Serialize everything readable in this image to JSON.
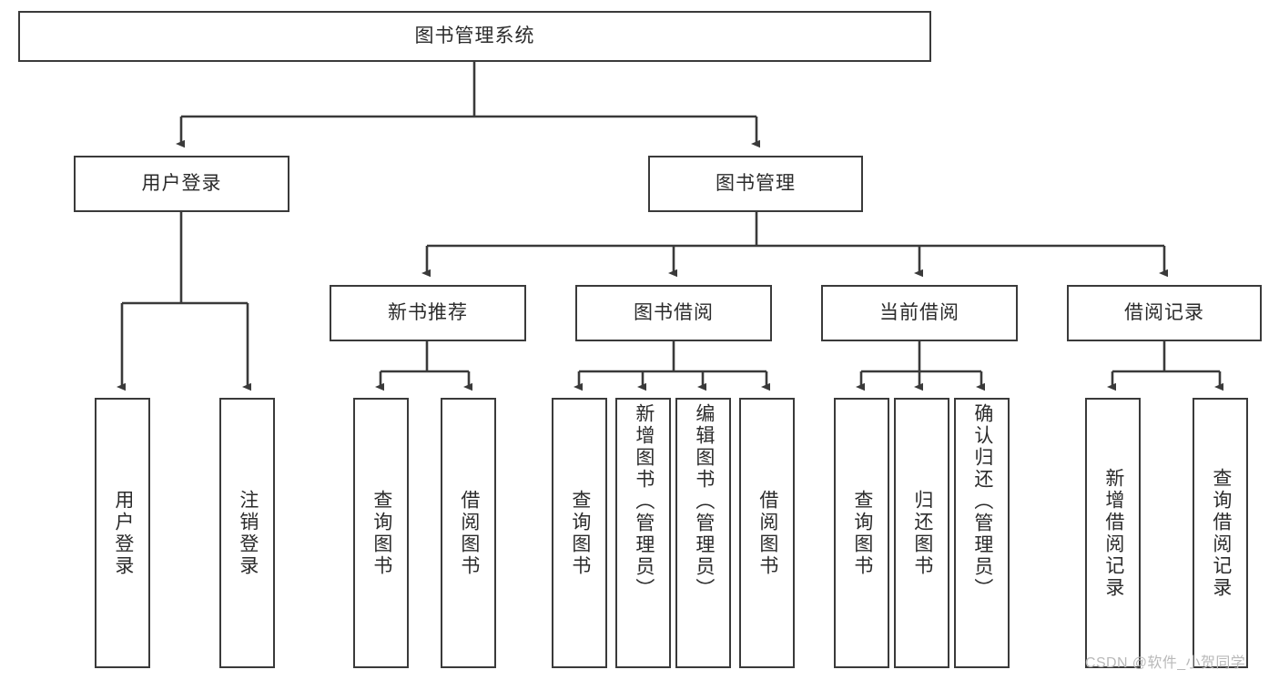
{
  "diagram": {
    "type": "tree-hierarchy-diagram",
    "title": "图书管理系统",
    "watermark": "CSDN @软件_小贺同学",
    "colors": {
      "stroke": "#3a3a3a",
      "text": "#2b2b2b",
      "background": "#ffffff",
      "watermark": "#b9b9b9"
    },
    "nodes": {
      "root": {
        "label": "图书管理系统",
        "level": 0
      },
      "user_login": {
        "label": "用户登录",
        "level": 1
      },
      "book_manage": {
        "label": "图书管理",
        "level": 1
      },
      "new_book_rec": {
        "label": "新书推荐",
        "level": 2
      },
      "book_borrow": {
        "label": "图书借阅",
        "level": 2
      },
      "current_borrow": {
        "label": "当前借阅",
        "level": 2
      },
      "borrow_record": {
        "label": "借阅记录",
        "level": 2
      },
      "leaf_user_login": {
        "label": "用户登录",
        "level": 3
      },
      "leaf_logout": {
        "label": "注销登录",
        "level": 3
      },
      "leaf_query_book_1": {
        "label": "查询图书",
        "level": 3
      },
      "leaf_borrow_book_1": {
        "label": "借阅图书",
        "level": 3
      },
      "leaf_query_book_2": {
        "label": "查询图书",
        "level": 3
      },
      "leaf_add_book_admin": {
        "label": "新增图书（管理员）",
        "level": 3
      },
      "leaf_edit_book_admin": {
        "label": "编辑图书（管理员）",
        "level": 3
      },
      "leaf_borrow_book_2": {
        "label": "借阅图书",
        "level": 3
      },
      "leaf_query_book_3": {
        "label": "查询图书",
        "level": 3
      },
      "leaf_return_book": {
        "label": "归还图书",
        "level": 3
      },
      "leaf_confirm_return_admin": {
        "label": "确认归还（管理员）",
        "level": 3
      },
      "leaf_add_record": {
        "label": "新增借阅记录",
        "level": 3
      },
      "leaf_query_record": {
        "label": "查询借阅记录",
        "level": 3
      }
    },
    "edges": [
      {
        "from": "root",
        "to": "user_login"
      },
      {
        "from": "root",
        "to": "book_manage"
      },
      {
        "from": "user_login",
        "to": "leaf_user_login"
      },
      {
        "from": "user_login",
        "to": "leaf_logout"
      },
      {
        "from": "book_manage",
        "to": "new_book_rec"
      },
      {
        "from": "book_manage",
        "to": "book_borrow"
      },
      {
        "from": "book_manage",
        "to": "current_borrow"
      },
      {
        "from": "book_manage",
        "to": "borrow_record"
      },
      {
        "from": "new_book_rec",
        "to": "leaf_query_book_1"
      },
      {
        "from": "new_book_rec",
        "to": "leaf_borrow_book_1"
      },
      {
        "from": "book_borrow",
        "to": "leaf_query_book_2"
      },
      {
        "from": "book_borrow",
        "to": "leaf_add_book_admin"
      },
      {
        "from": "book_borrow",
        "to": "leaf_edit_book_admin"
      },
      {
        "from": "book_borrow",
        "to": "leaf_borrow_book_2"
      },
      {
        "from": "current_borrow",
        "to": "leaf_query_book_3"
      },
      {
        "from": "current_borrow",
        "to": "leaf_return_book"
      },
      {
        "from": "current_borrow",
        "to": "leaf_confirm_return_admin"
      },
      {
        "from": "borrow_record",
        "to": "leaf_add_record"
      },
      {
        "from": "borrow_record",
        "to": "leaf_query_record"
      }
    ]
  }
}
